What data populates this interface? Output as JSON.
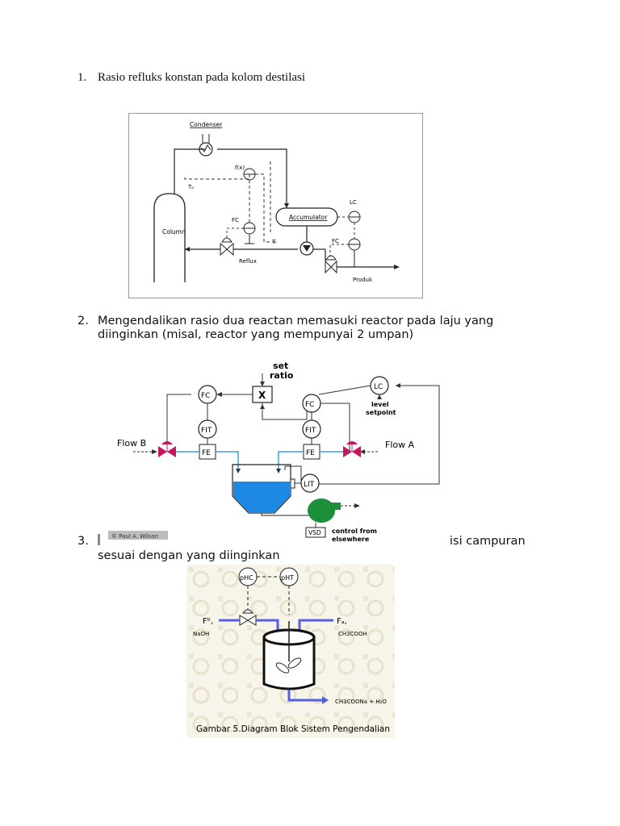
{
  "items": [
    {
      "num": "1.",
      "text": "Rasio refluks konstan pada kolom destilasi"
    },
    {
      "num": "2.",
      "line1": "Mengendalikan rasio dua reactan memasuki reactor pada laju yang",
      "line2": "diinginkan (misal, reactor yang mempunyai 2 umpan)"
    },
    {
      "num": "3.",
      "partial_right": "isi campuran",
      "line2": "sesuai dengan yang diinginkan"
    }
  ],
  "figure1": {
    "labels": {
      "condenser": "Condenser",
      "fx": "f(x)",
      "to": "Tₒ",
      "tr": "Tᵣ",
      "lc": "LC",
      "fc_left": "FC",
      "fc_right": "FC",
      "accumulator": "Accumulator",
      "column": "Column",
      "reflux": "Reflux",
      "produk": "Produk"
    }
  },
  "figure2": {
    "labels": {
      "set_ratio_1": "set",
      "set_ratio_2": "ratio",
      "x": "X",
      "fc_left": "FC",
      "fc_right": "FC",
      "lc": "LC",
      "level_1": "level",
      "level_2": "setpoint",
      "fit_left": "FIT",
      "fit_right": "FIT",
      "fe_left": "FE",
      "fe_right": "FE",
      "flow_b": "Flow B",
      "flow_a": "Flow A",
      "lit": "LIT",
      "vsd": "VSD",
      "control_1": "control from",
      "control_2": "elsewhere",
      "copyright": "© Paul A. Wilson"
    }
  },
  "figure3": {
    "labels": {
      "phc": "pHC",
      "pht": "pHT",
      "fb": "Fᵇ,",
      "naoh": "NaOH",
      "fa": "Fₐ,",
      "ch3cooh": "CH3COOH",
      "product": "CH3COONa + H₂O",
      "caption": "Gambar 5.Diagram Blok Sistem Pengendalian"
    }
  }
}
